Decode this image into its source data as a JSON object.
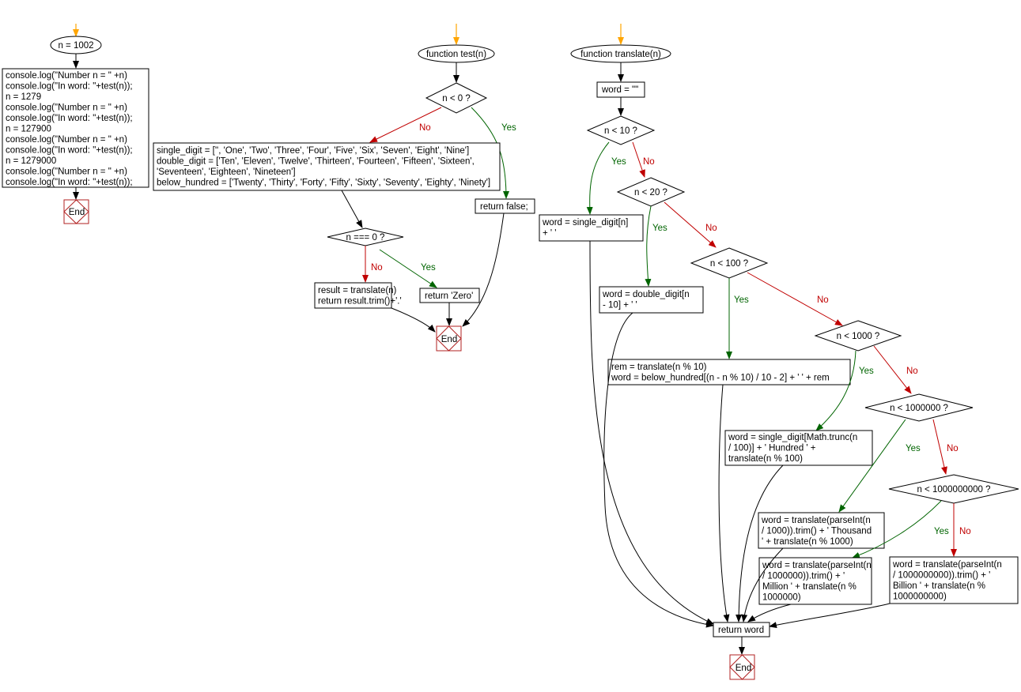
{
  "diagram": {
    "main": {
      "start": "n = 1002",
      "block": [
        "console.log(\"Number n = \" +n)",
        "console.log(\"In word: \"+test(n));",
        "n = 1279",
        "console.log(\"Number n = \" +n)",
        "console.log(\"In word: \"+test(n));",
        "n = 127900",
        "console.log(\"Number n = \" +n)",
        "console.log(\"In word: \"+test(n));",
        "n = 1279000",
        "console.log(\"Number n = \" +n)",
        "console.log(\"In word: \"+test(n));"
      ],
      "end": "End"
    },
    "test": {
      "start": "function test(n)",
      "cond1": "n < 0 ?",
      "arrays": [
        "single_digit = ['', 'One', 'Two', 'Three', 'Four', 'Five', 'Six', 'Seven', 'Eight', 'Nine']",
        "double_digit = ['Ten', 'Eleven', 'Twelve', 'Thirteen', 'Fourteen', 'Fifteen', 'Sixteen',",
        "'Seventeen', 'Eighteen', 'Nineteen']",
        "below_hundred = ['Twenty', 'Thirty', 'Forty', 'Fifty', 'Sixty', 'Seventy', 'Eighty', 'Ninety']"
      ],
      "return_false": "return false;",
      "cond2": "n === 0 ?",
      "result": [
        "result = translate(n)",
        "return result.trim()+'.'"
      ],
      "return_zero": "return 'Zero'",
      "end": "End"
    },
    "translate": {
      "start": "function translate(n)",
      "init": "word = \"\"",
      "c10": "n < 10 ?",
      "c20": "n < 20 ?",
      "c100": "n < 100 ?",
      "c1000": "n < 1000 ?",
      "c1m": "n < 1000000 ?",
      "c1b": "n < 1000000000 ?",
      "single": [
        "word = single_digit[n]",
        "+ ' '"
      ],
      "double": [
        "word = double_digit[n",
        "- 10] + ' '"
      ],
      "rem": [
        "rem = translate(n % 10)",
        "word = below_hundred[(n - n % 10) / 10 - 2] + ' ' + rem"
      ],
      "hundred": [
        "word = single_digit[Math.trunc(n",
        "/ 100)] + ' Hundred ' +",
        "translate(n % 100)"
      ],
      "thousand": [
        "word = translate(parseInt(n",
        "/ 1000)).trim() + ' Thousand",
        "' + translate(n % 1000)"
      ],
      "million": [
        "word = translate(parseInt(n",
        "/ 1000000)).trim() + '",
        "Million ' + translate(n %",
        "1000000)"
      ],
      "billion": [
        "word = translate(parseInt(n",
        "/ 1000000000)).trim() + '",
        "Billion ' + translate(n %",
        "1000000000)"
      ],
      "return_word": "return word",
      "end": "End"
    },
    "labels": {
      "yes": "Yes",
      "no": "No"
    },
    "colors": {
      "yes": "#006400",
      "no": "#c00000",
      "start_arrow": "#ffa500",
      "end_box": "#b22222",
      "line": "#000000"
    }
  }
}
